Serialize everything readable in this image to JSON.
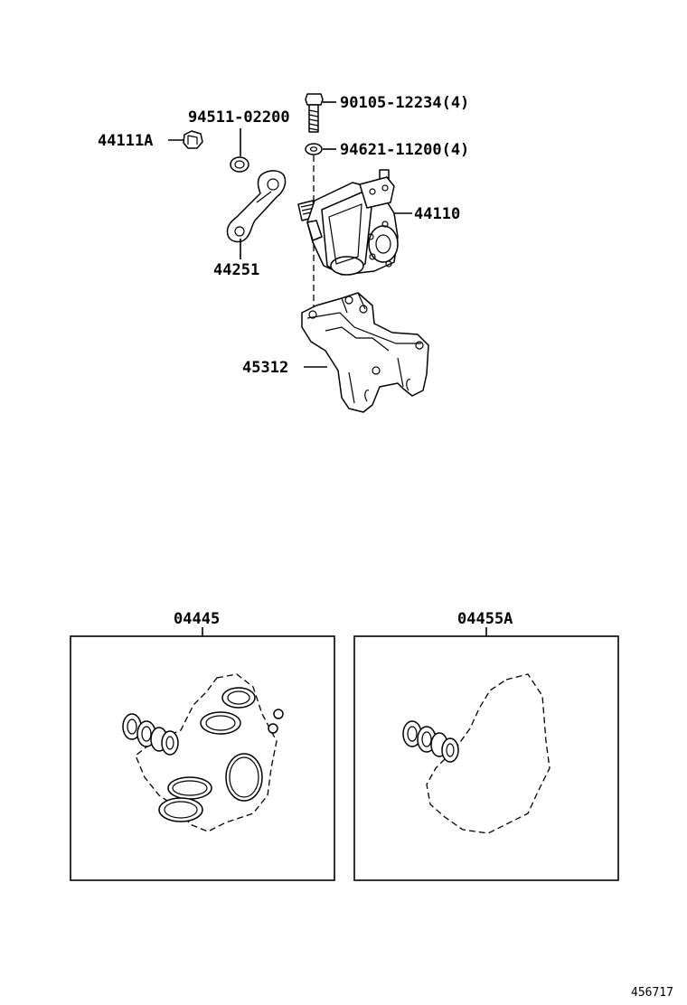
{
  "labels": {
    "bolt": "90105-12234(4)",
    "washer": "94621-11200(4)",
    "ring": "94511-02200",
    "nut": "44111A",
    "gear": "44110",
    "arm": "44251",
    "bracket": "45312",
    "kit1": "04445",
    "kit2": "04455A"
  },
  "figure_id": "456717"
}
